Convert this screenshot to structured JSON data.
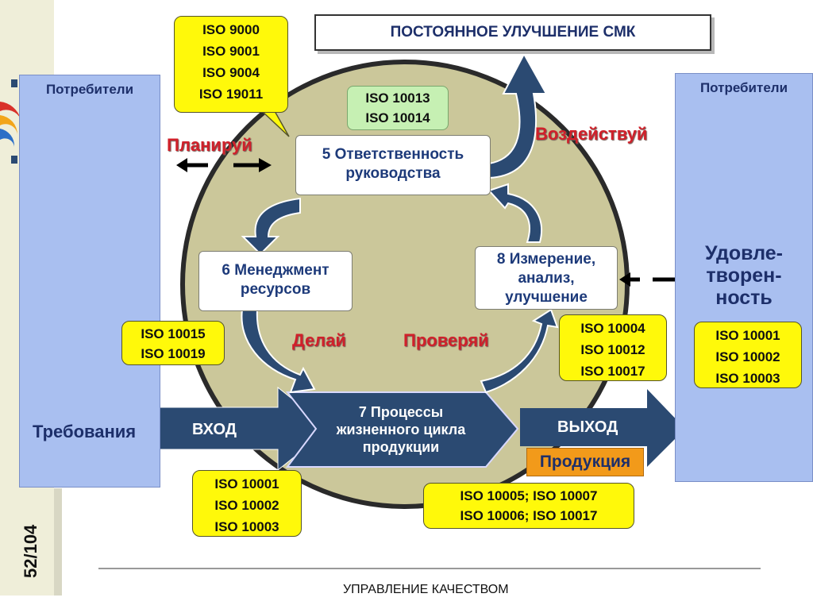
{
  "title": "ПОСТОЯННОЕ УЛУЧШЕНИЕ СМК",
  "left_panel": {
    "title": "Потребители",
    "label": "Требования"
  },
  "right_panel": {
    "title": "Потребители",
    "label": [
      "Удовле-",
      "творен-",
      "ность"
    ]
  },
  "cycle": {
    "plan": "Планируй",
    "do": "Делай",
    "check": "Проверяй",
    "act": "Воздействуй"
  },
  "process_boxes": {
    "p5": [
      "5 Ответственность",
      "руководства"
    ],
    "p6": [
      "6 Менеджмент",
      "ресурсов"
    ],
    "p7": [
      "7 Процессы",
      "жизненного цикла",
      "продукции"
    ],
    "p8": [
      "8 Измерение,",
      "анализ,",
      "улучшение"
    ]
  },
  "standards": {
    "top": [
      "ISO 9000",
      "ISO 9001",
      "ISO 9004",
      "ISO 19011"
    ],
    "green": [
      "ISO 10013",
      "ISO 10014"
    ],
    "left_mid": [
      "ISO 10015",
      "ISO 10019"
    ],
    "right_mid": [
      "ISO 10004",
      "ISO 10012",
      "ISO 10017"
    ],
    "right_panel": [
      "ISO 10001",
      "ISO 10002",
      "ISO 10003"
    ],
    "input": [
      "ISO 10001",
      "ISO 10002",
      "ISO 10003"
    ],
    "output": [
      "ISO 10005; ISO 10007",
      "ISO 10006; ISO 10017"
    ]
  },
  "flow": {
    "input": "ВХОД",
    "output": "ВЫХОД",
    "product": "Продукция"
  },
  "footer": {
    "text": "УПРАВЛЕНИЕ КАЧЕСТВОМ",
    "slide_number": "52/104"
  },
  "colors": {
    "panel": "#a9bff0",
    "circle": "#cbc79a",
    "dark_arrow": "#2b4a72",
    "yellow": "#fff90a",
    "red": "#d0202a",
    "orange": "#f29a1a"
  }
}
